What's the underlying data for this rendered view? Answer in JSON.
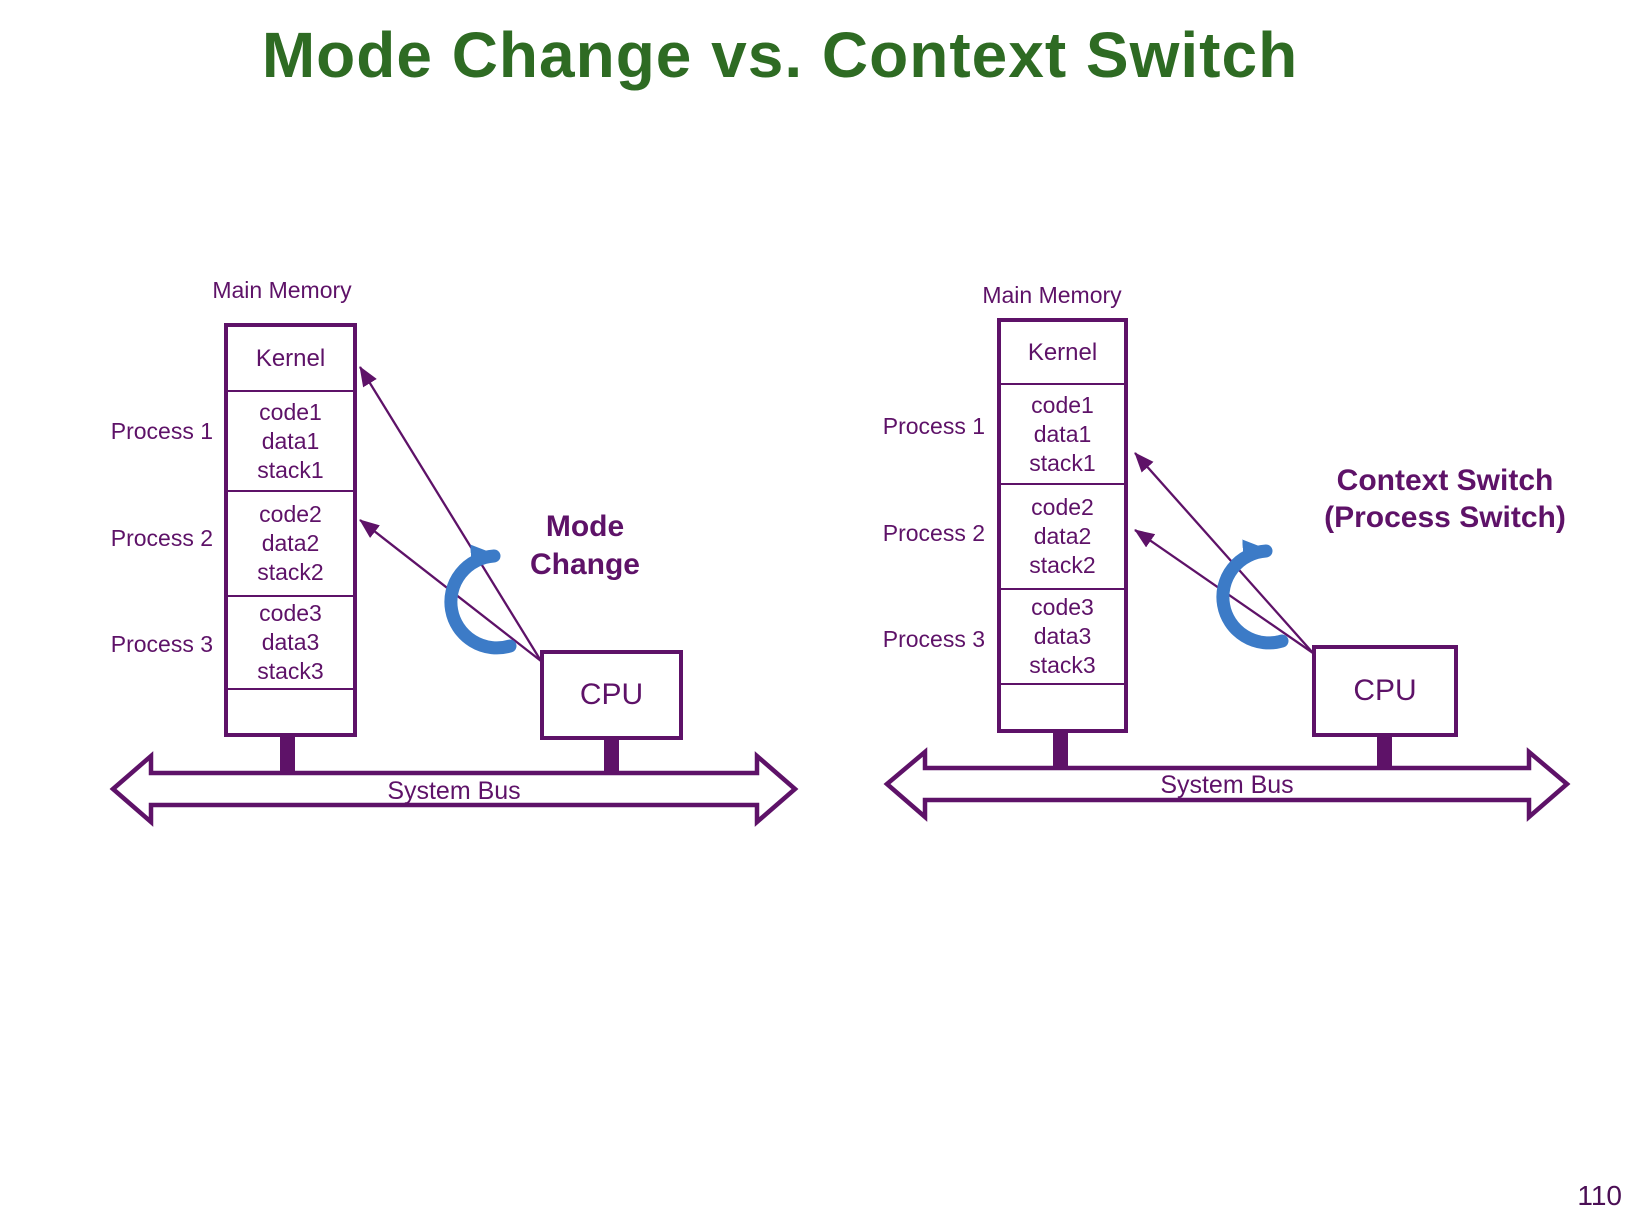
{
  "title": "Mode Change vs. Context Switch",
  "page_number": "110",
  "colors": {
    "purple": "#5E1268",
    "green": "#2E6B23",
    "blue": "#3C7BC7"
  },
  "left": {
    "memory_label": "Main Memory",
    "kernel": "Kernel",
    "process_labels": [
      "Process 1",
      "Process 2",
      "Process 3"
    ],
    "cells": [
      [
        "code1",
        "data1",
        "stack1"
      ],
      [
        "code2",
        "data2",
        "stack2"
      ],
      [
        "code3",
        "data3",
        "stack3"
      ]
    ],
    "cpu": "CPU",
    "bus": "System Bus",
    "caption_line1": "Mode",
    "caption_line2": "Change"
  },
  "right": {
    "memory_label": "Main Memory",
    "kernel": "Kernel",
    "process_labels": [
      "Process 1",
      "Process 2",
      "Process 3"
    ],
    "cells": [
      [
        "code1",
        "data1",
        "stack1"
      ],
      [
        "code2",
        "data2",
        "stack2"
      ],
      [
        "code3",
        "data3",
        "stack3"
      ]
    ],
    "cpu": "CPU",
    "bus": "System Bus",
    "caption_line1": "Context Switch",
    "caption_line2": "(Process Switch)"
  }
}
